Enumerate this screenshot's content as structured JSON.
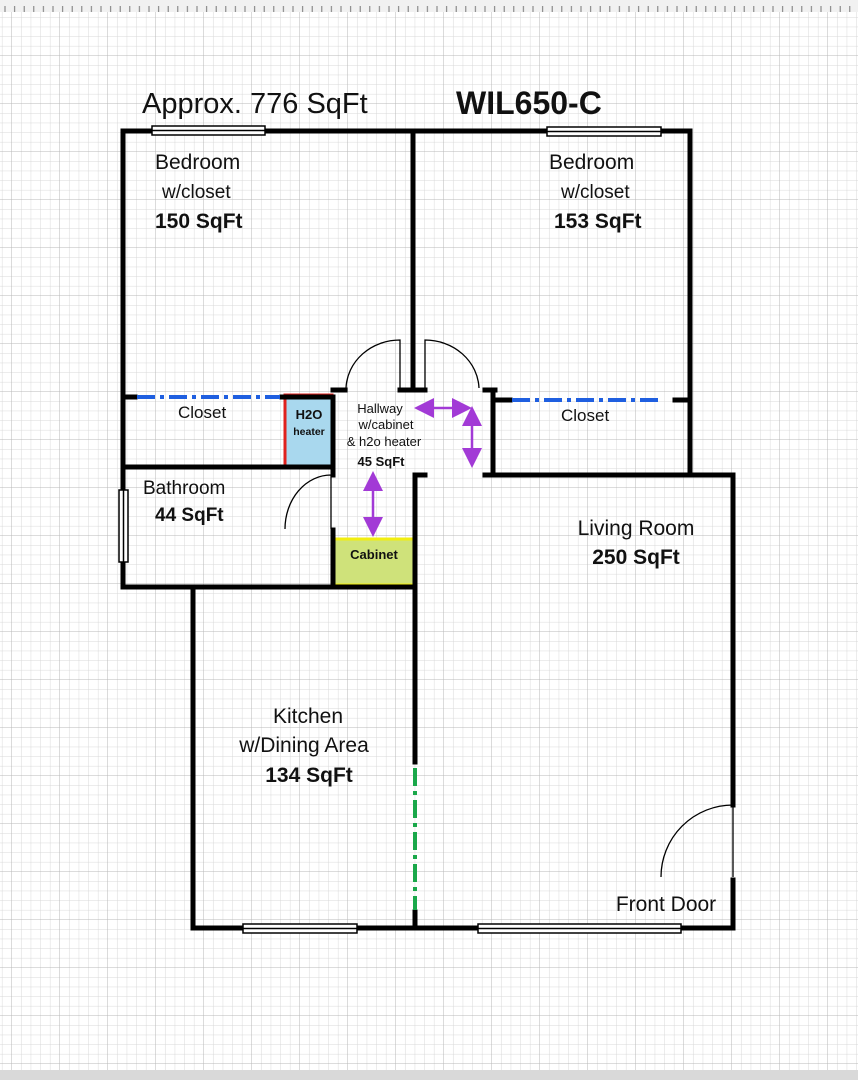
{
  "header": {
    "area_note": "Approx. 776 SqFt",
    "unit_id": "WIL650-C"
  },
  "rooms": {
    "bedroom_left": {
      "name": "Bedroom",
      "detail": "w/closet",
      "area": "150 SqFt"
    },
    "bedroom_right": {
      "name": "Bedroom",
      "detail": "w/closet",
      "area": "153 SqFt"
    },
    "closet_left": {
      "name": "Closet"
    },
    "closet_right": {
      "name": "Closet"
    },
    "water_heater": {
      "line1": "H2O",
      "line2": "heater"
    },
    "hallway": {
      "name": "Hallway",
      "detail1": "w/cabinet",
      "detail2": "& h2o heater",
      "area": "45 SqFt"
    },
    "bathroom": {
      "name": "Bathroom",
      "area": "44 SqFt"
    },
    "cabinet": {
      "name": "Cabinet"
    },
    "living_room": {
      "name": "Living Room",
      "area": "250 SqFt"
    },
    "kitchen": {
      "name": "Kitchen",
      "detail": "w/Dining Area",
      "area": "134 SqFt"
    },
    "front_door": {
      "name": "Front Door"
    }
  },
  "colors": {
    "wall": "#000000",
    "closet_line": "#1f5fe0",
    "kitchen_divider": "#1aa84a",
    "heater_border": "#e0201c",
    "heater_fill": "#a9d8ee",
    "cabinet_border": "#f2ee10",
    "cabinet_fill": "#cfe27a",
    "arrow": "#a23ad6",
    "grid_minor": "#d6d6d6",
    "grid_major": "#b5b5b5"
  }
}
